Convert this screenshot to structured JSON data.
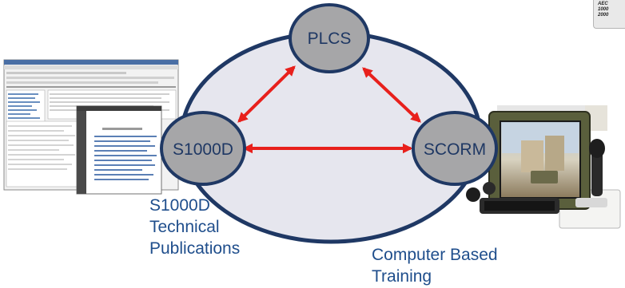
{
  "nodes": {
    "plcs": "PLCS",
    "s1000d": "S1000D",
    "scorm": "SCORM"
  },
  "captions": {
    "s1000d": [
      "S1000D",
      "Technical",
      "Publications"
    ],
    "cbt": [
      "Computer Based",
      "Training"
    ]
  },
  "logo": [
    "AEC",
    "1000",
    "2000"
  ],
  "colors": {
    "cycle_fill": "#e6e6ee",
    "node_fill": "#a6a6a8",
    "node_border": "#1f3864",
    "arrow": "#e8201c",
    "caption": "#1f4e8c"
  }
}
